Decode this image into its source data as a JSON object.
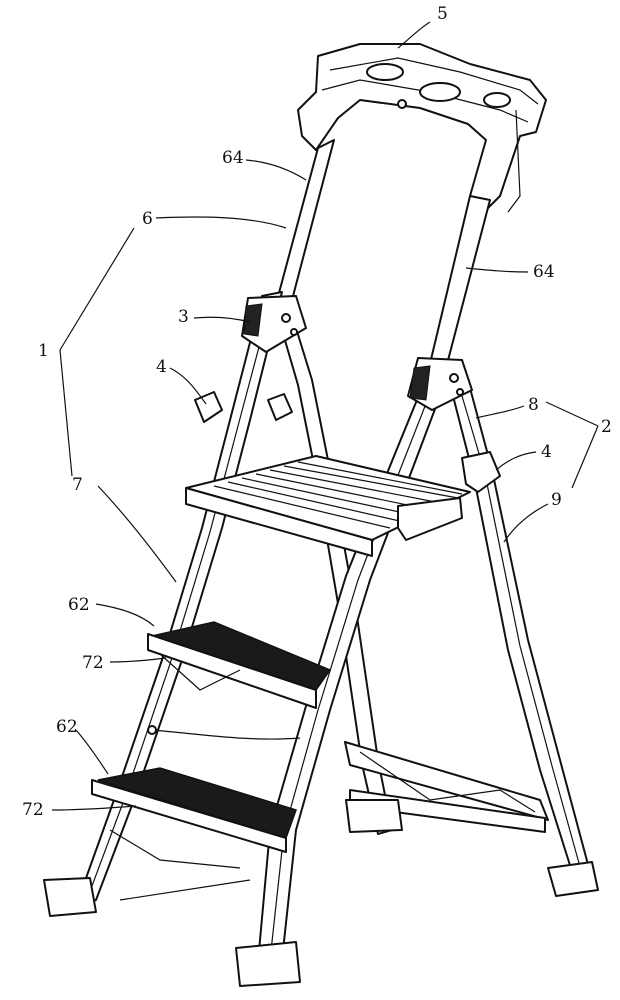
{
  "labels": {
    "l5": "5",
    "l64a": "64",
    "l64b": "64",
    "l6": "6",
    "l3": "3",
    "l1": "1",
    "l4a": "4",
    "l4b": "4",
    "l8": "8",
    "l2": "2",
    "l9": "9",
    "l7": "7",
    "l62a": "62",
    "l72a": "72",
    "l62b": "62",
    "l72b": "72"
  }
}
